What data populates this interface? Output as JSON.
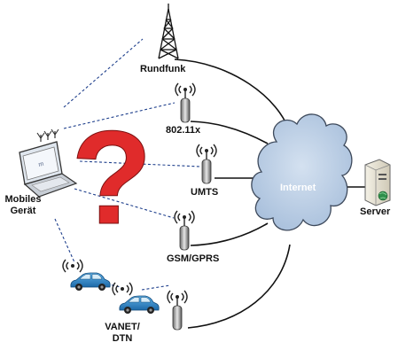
{
  "labels": {
    "broadcast": "Rundfunk",
    "wifi": "802.11x",
    "umts": "UMTS",
    "gsm": "GSM/GPRS",
    "vanet_line1": "VANET/",
    "vanet_line2": "DTN",
    "mobile_line1": "Mobiles",
    "mobile_line2": "Gerät",
    "internet": "Internet",
    "server": "Server"
  },
  "symbols": {
    "question_mark": "?"
  },
  "colors": {
    "cloud_fill": "#b9cde4",
    "cloud_stroke": "#3e4a5c",
    "question_mark": "#e02b2b",
    "signal_dash": "#1e3f8c",
    "car_body": "#2c86c8"
  }
}
